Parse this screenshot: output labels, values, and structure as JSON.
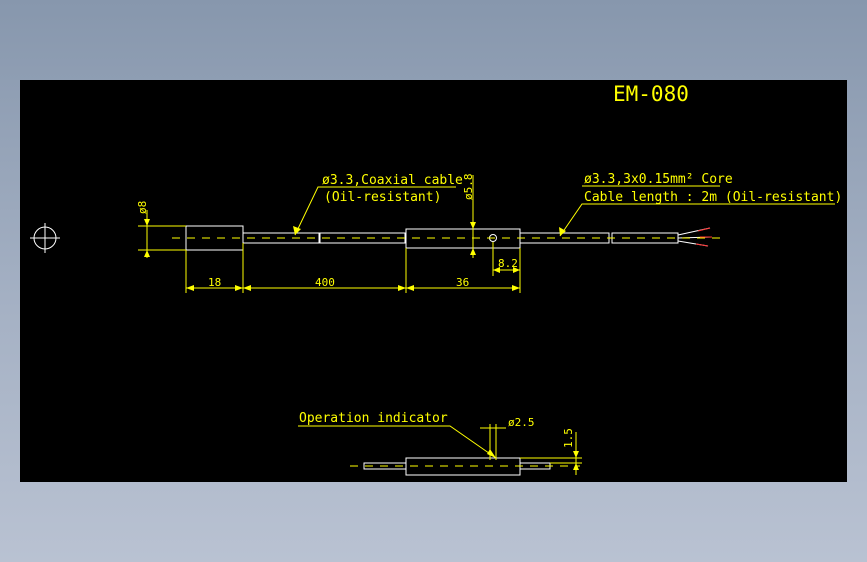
{
  "title": "EM-080",
  "labels": {
    "coax_line1": "ø3.3,Coaxial cable",
    "coax_line2": "(Oil-resistant)",
    "core_line1": "ø3.3,3x0.15mm² Core",
    "core_line2": "Cable length : 2m (Oil-resistant)",
    "indicator": "Operation indicator"
  },
  "dimensions": {
    "dia_8": "ø8",
    "dia_5_8": "ø5.8",
    "len_18": "18",
    "len_400": "400",
    "len_36": "36",
    "len_8_2": "8.2",
    "dia_2_5": "ø2.5",
    "len_1_5": "1.5"
  },
  "colors": {
    "background": "#000000",
    "text": "#ffff00",
    "outline": "#ffffff",
    "desktop": "#9aa7bb"
  }
}
